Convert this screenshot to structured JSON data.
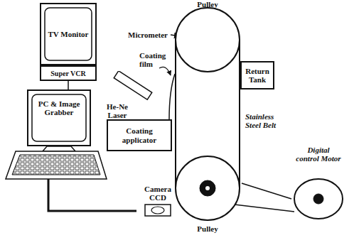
{
  "diagram": {
    "nodes": [
      {
        "text": [
          "TV Monitor"
        ]
      },
      {
        "text": [
          "Super VCR"
        ]
      },
      {
        "text": [
          "PC & Image Grabber"
        ]
      },
      {
        "text": [
          "He-Ne Laser"
        ]
      },
      {
        "text": [
          "Pulley"
        ]
      },
      {
        "text": [
          "Return Tank"
        ]
      },
      {
        "text": [
          "Coating applicator"
        ]
      },
      {
        "text": [
          "Pulley"
        ]
      },
      {
        "text": [
          "Camera CCD"
        ]
      },
      {
        "text": [
          "Digital control Motor"
        ]
      }
    ],
    "edges": [
      {
        "from": 1,
        "to": 2,
        "arrow": "none"
      },
      {
        "from": 2,
        "to": 8,
        "arrow": "none"
      },
      {
        "from": 7,
        "to": 9,
        "arrow": "none"
      }
    ],
    "labels": [
      "Micrometer",
      "Coating film",
      "Stainless Steel Belt"
    ]
  }
}
